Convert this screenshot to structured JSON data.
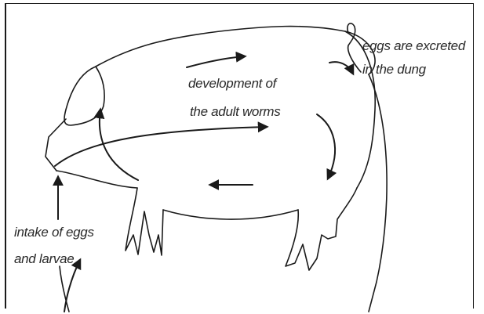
{
  "labels": {
    "development_line1": "development of",
    "development_line2": "the adult worms",
    "excreted_line1": "eggs are excreted",
    "excreted_line2": "in the dung",
    "intake_line1": "intake of eggs",
    "intake_line2": "and larvae"
  }
}
